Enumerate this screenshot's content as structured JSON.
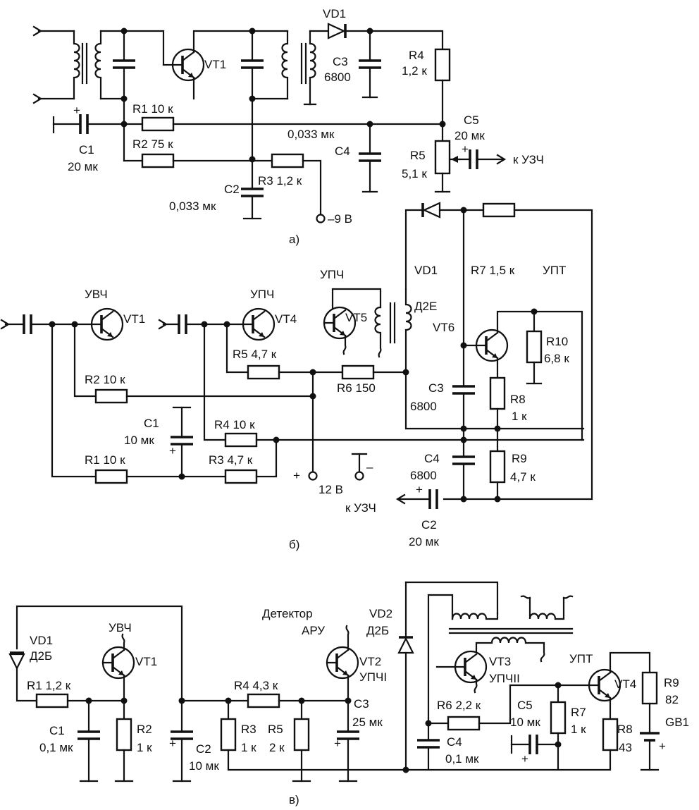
{
  "diagram_a": {
    "caption": "а)",
    "labels": {
      "vt1": "VT1",
      "vd1": "VD1",
      "c3": "C3",
      "c3_val": "6800",
      "r4": "R4",
      "r4_val": "1,2 к",
      "r1": "R1 10 к",
      "c5": "C5",
      "c5_val": "20 мк",
      "c4_val": "0,033 мк",
      "c4": "C4",
      "c1": "C1",
      "c1_val": "20 мк",
      "r2": "R2 75 к",
      "r5": "R5",
      "r5_val": "5,1 к",
      "to_uzch": "к УЗЧ",
      "r3": "R3 1,2 к",
      "c2": "C2",
      "c2_val": "0,033 мк",
      "supply": "–9 В"
    }
  },
  "diagram_b": {
    "caption": "б)",
    "labels": {
      "uvch": "УВЧ",
      "vt1": "VT1",
      "upch_a": "УПЧ",
      "vt4": "VT4",
      "upch_b": "УПЧ",
      "vt5": "VT5",
      "vd1": "VD1",
      "d2e": "Д2Е",
      "r7": "R7 1,5 к",
      "upt": "УПТ",
      "vt6": "VT6",
      "r10": "R10",
      "r10_val": "6,8 к",
      "r5": "R5 4,7 к",
      "r2": "R2 10 к",
      "r6": "R6 150",
      "c3": "C3",
      "c3_val": "6800",
      "r8": "R8",
      "r8_val": "1 к",
      "c1": "C1",
      "c1_val": "10 мк",
      "r4": "R4 10 к",
      "r1": "R1 10 к",
      "r3": "R3 4,7 к",
      "plus": "+",
      "minus": "–",
      "supply": "12 В",
      "c4": "C4",
      "c4_val": "6800",
      "r9": "R9",
      "r9_val": "4,7 к",
      "to_uzch": "к УЗЧ",
      "c2": "C2",
      "c2_val": "20 мк"
    }
  },
  "diagram_v": {
    "caption": "в)",
    "labels": {
      "vd1": "VD1",
      "d2b1": "Д2Б",
      "uvch": "УВЧ",
      "vt1": "VT1",
      "detector": "Детектор",
      "aru": "АРУ",
      "vd2": "VD2",
      "d2b2": "Д2Б",
      "vt2": "VT2",
      "upch1": "УПЧI",
      "vt3": "VT3",
      "upch2": "УПЧII",
      "upt": "УПТ",
      "vt4": "VT4",
      "r1": "R1 1,2 к",
      "r4": "R4 4,3 к",
      "c3": "C3",
      "c3_val": "25 мк",
      "r6": "R6 2,2 к",
      "c5": "C5",
      "c5_val": "10 мк",
      "r7": "R7",
      "r7_val": "1 к",
      "r9": "R9",
      "r9_val": "82",
      "gb1": "GB1",
      "c1": "C1",
      "c1_val": "0,1 мк",
      "r2": "R2",
      "r2_val": "1 к",
      "c2": "C2",
      "c2_val": "10 мк",
      "r3": "R3",
      "r3_val": "1 к",
      "r5": "R5",
      "r5_val": "2 к",
      "c4": "C4",
      "c4_val": "0,1 мк",
      "r8": "R8",
      "r8_val": "43"
    }
  }
}
